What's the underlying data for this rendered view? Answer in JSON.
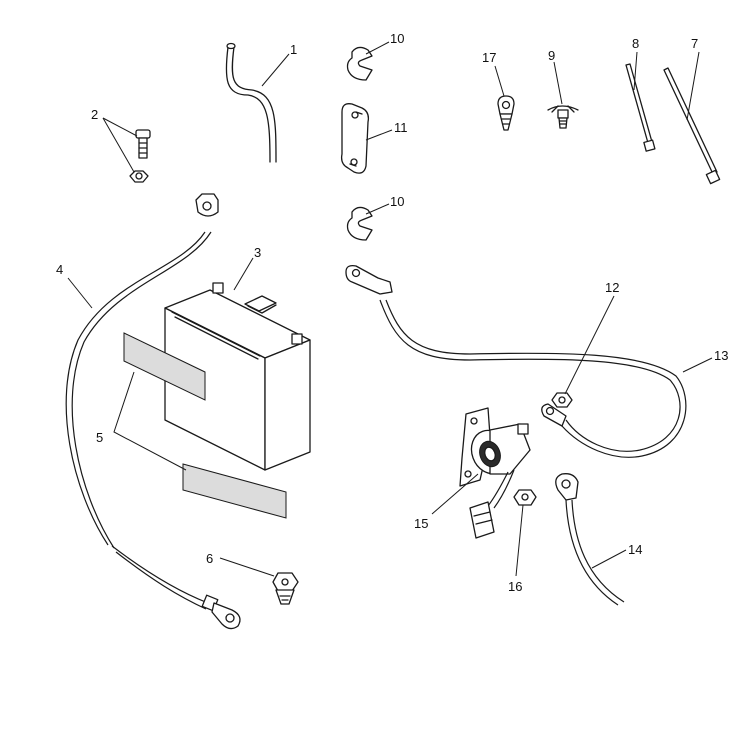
{
  "callouts": {
    "c1": "1",
    "c2": "2",
    "c3": "3",
    "c4": "4",
    "c5": "5",
    "c6": "6",
    "c7": "7",
    "c8": "8",
    "c9": "9",
    "c10a": "10",
    "c10b": "10",
    "c11": "11",
    "c12": "12",
    "c13": "13",
    "c14": "14",
    "c15": "15",
    "c16": "16",
    "c17": "17"
  }
}
